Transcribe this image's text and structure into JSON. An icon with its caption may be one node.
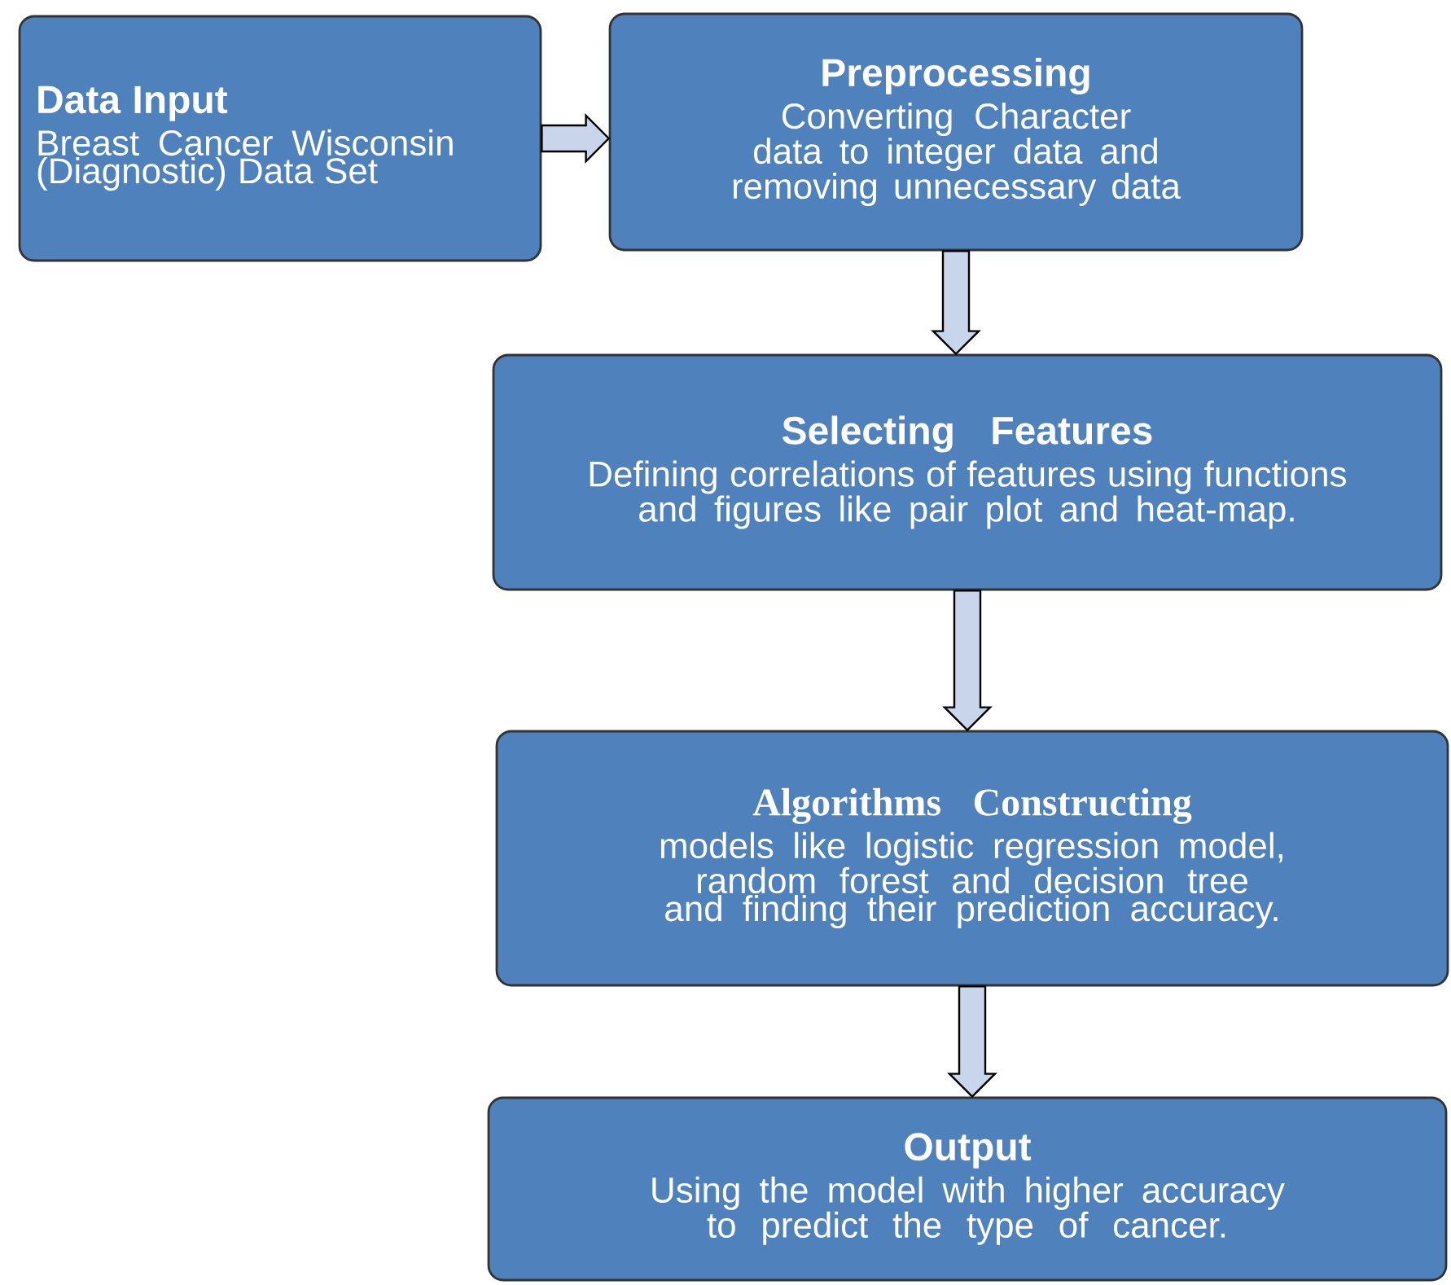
{
  "diagram": {
    "nodes": [
      {
        "text": [
          "Data Input",
          "Breast Cancer Wisconsin (Diagnostic) Data Set"
        ]
      },
      {
        "text": [
          "Preprocessing",
          "Converting Character data to integer data and removing unnecessary data"
        ]
      },
      {
        "text": [
          "Selecting Features",
          "Defining correlations of features using functions and figures like pair plot and heat-map."
        ]
      },
      {
        "text": [
          "Algorithms Constructing",
          "models like logistic regression model, random forest and decision tree and finding their prediction accuracy."
        ]
      },
      {
        "text": [
          "Output",
          "Using the model with higher accuracy to predict the type of cancer."
        ]
      }
    ],
    "edges": [
      {
        "from": 0,
        "to": 1,
        "arrow": "to"
      },
      {
        "from": 1,
        "to": 2,
        "arrow": "to"
      },
      {
        "from": 2,
        "to": 3,
        "arrow": "to"
      },
      {
        "from": 3,
        "to": 4,
        "arrow": "to"
      }
    ]
  }
}
